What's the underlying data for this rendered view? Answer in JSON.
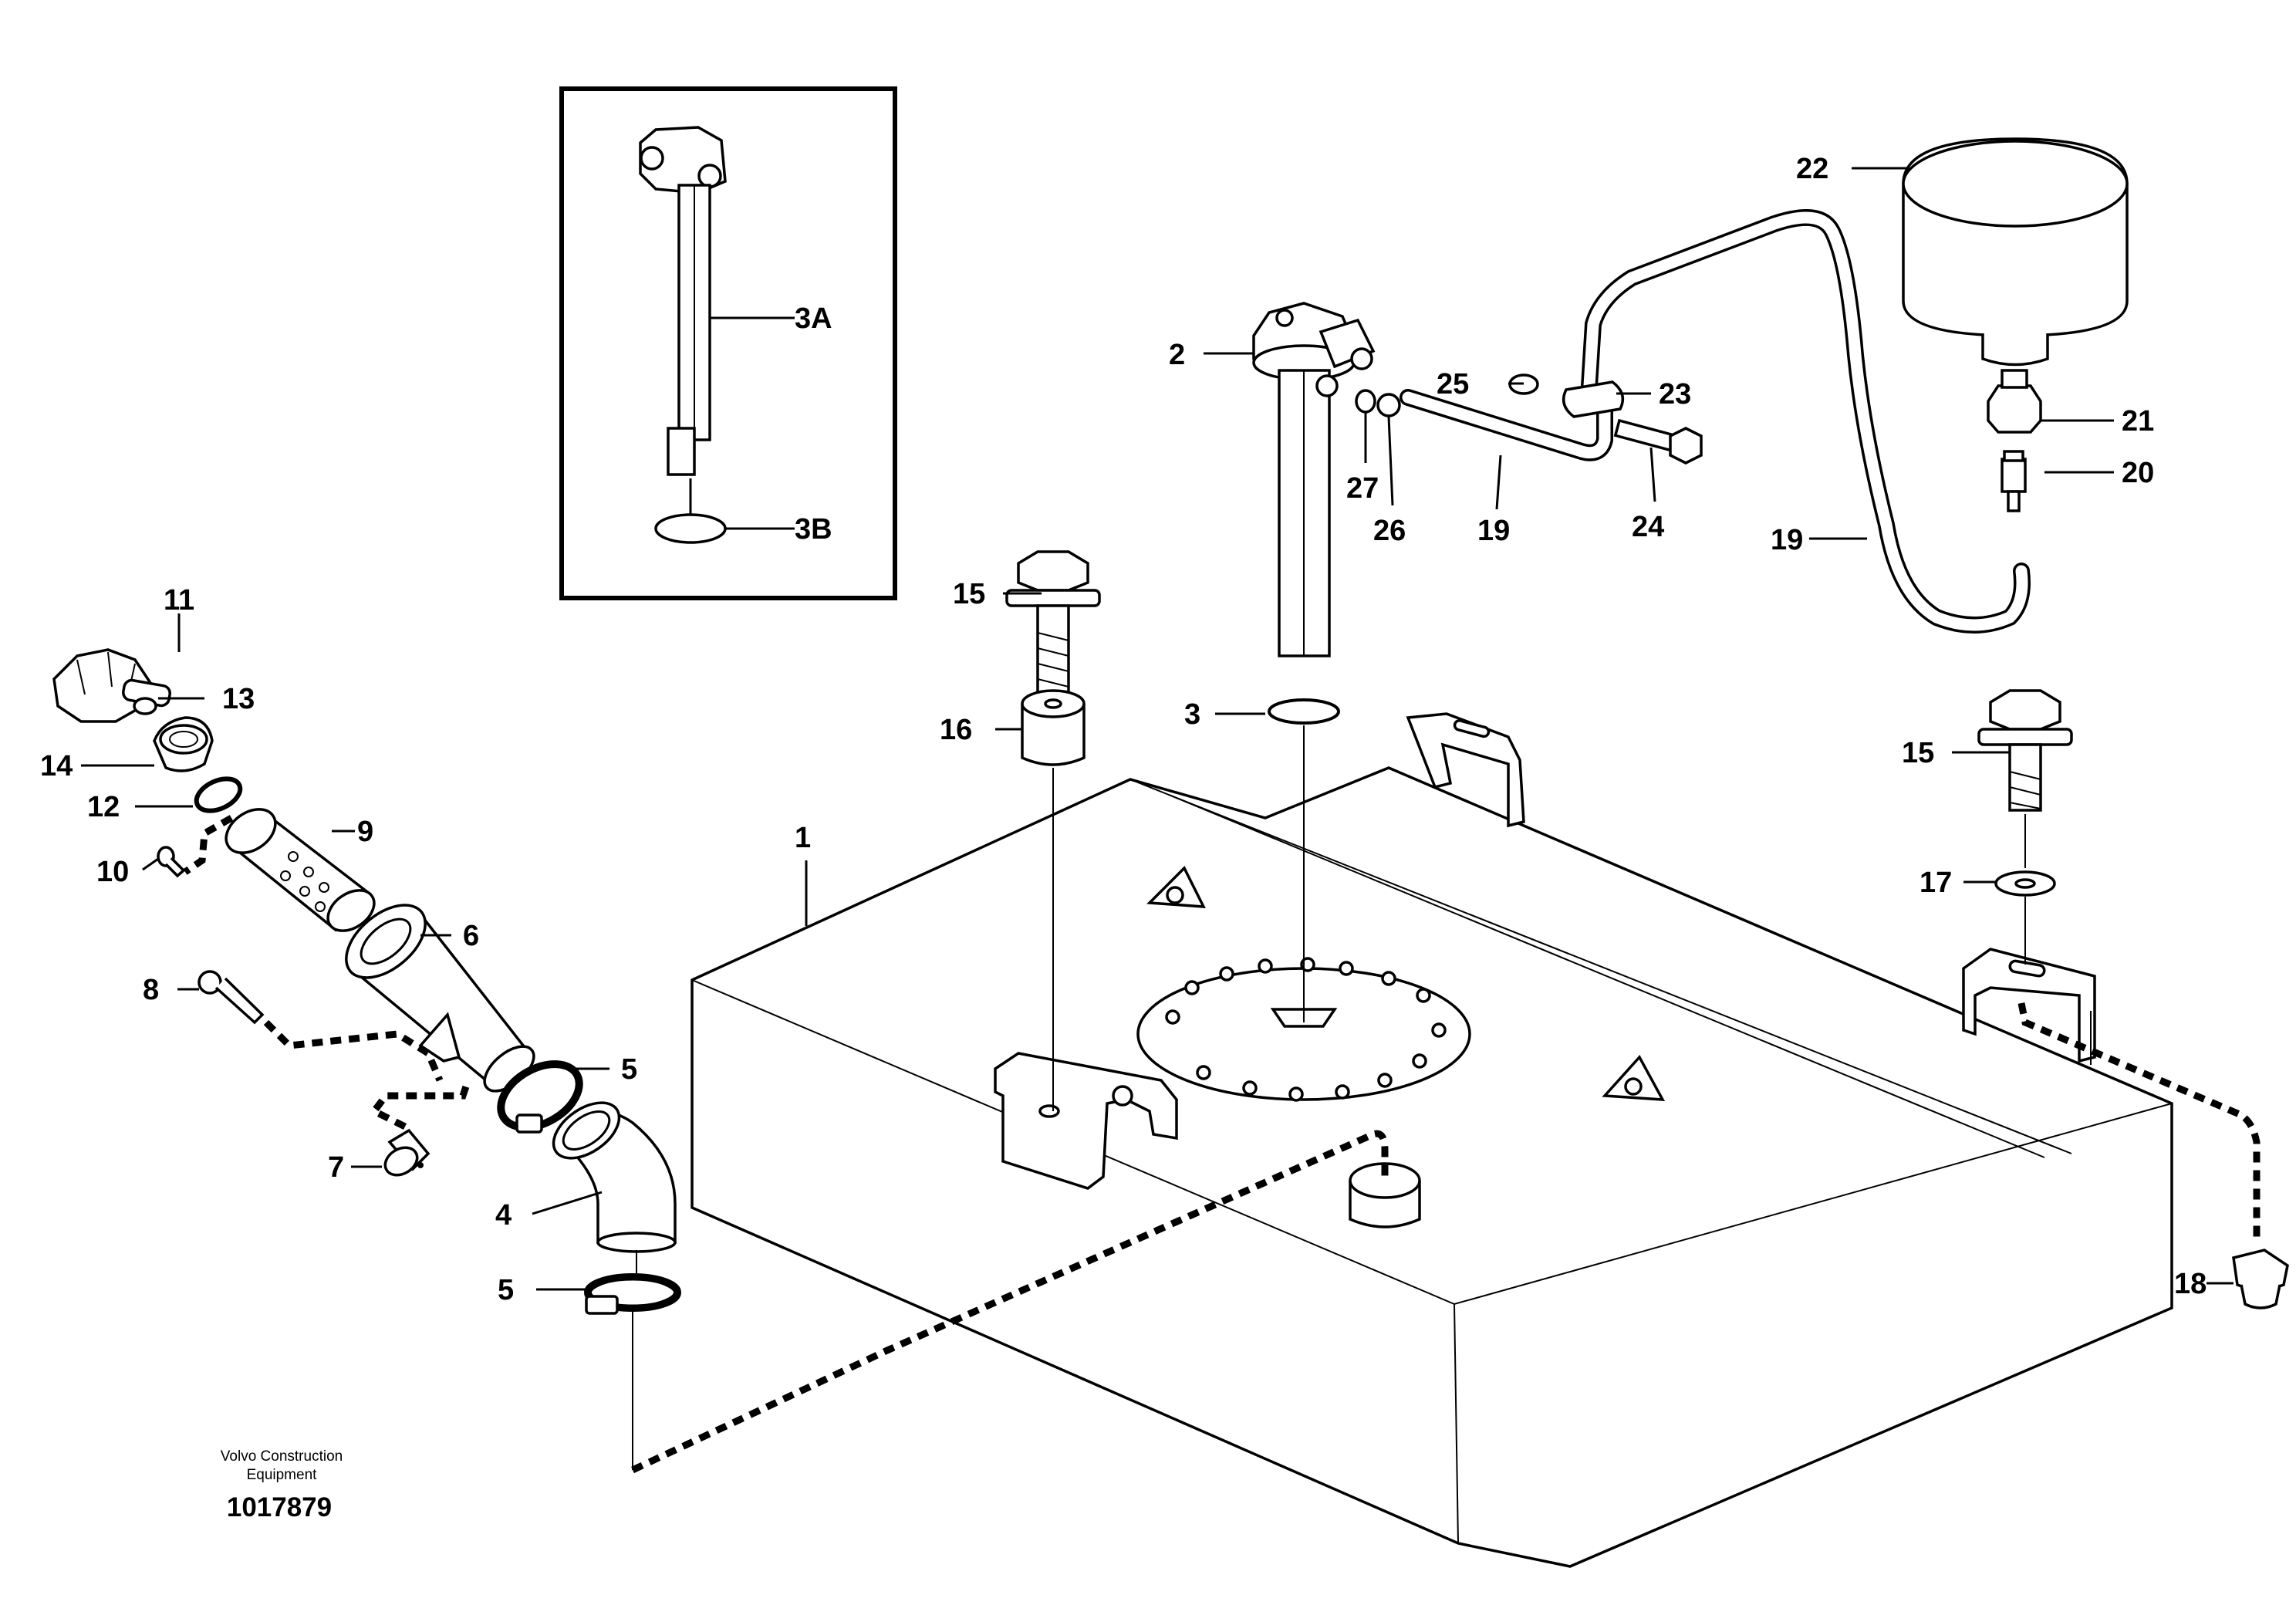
{
  "footer": {
    "company_line1": "Volvo Construction",
    "company_line2": "Equipment",
    "drawing_number": "1017879"
  },
  "callouts": {
    "c1": "1",
    "c2": "2",
    "c3": "3",
    "c3A": "3A",
    "c3B": "3B",
    "c4": "4",
    "c5a": "5",
    "c5b": "5",
    "c6": "6",
    "c7": "7",
    "c8": "8",
    "c9": "9",
    "c10": "10",
    "c11": "11",
    "c12": "12",
    "c13": "13",
    "c14": "14",
    "c15a": "15",
    "c15b": "15",
    "c16": "16",
    "c17": "17",
    "c18": "18",
    "c19a": "19",
    "c19b": "19",
    "c20": "20",
    "c21": "21",
    "c22": "22",
    "c23": "23",
    "c24": "24",
    "c25": "25",
    "c26": "26",
    "c27": "27"
  }
}
